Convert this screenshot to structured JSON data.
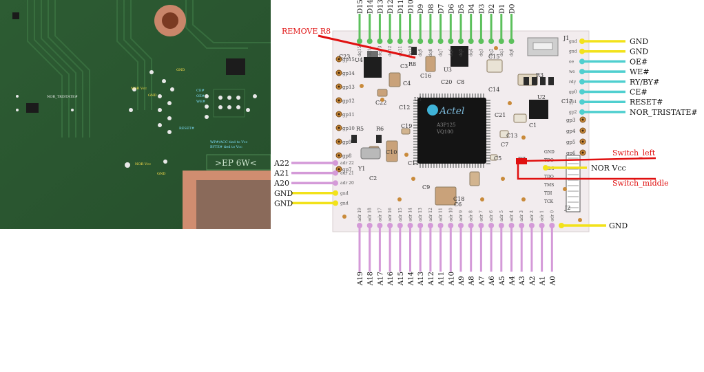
{
  "photo": {
    "silkscreen_text": ">EP  6W<",
    "labels": [
      "NOR_TRISTATE#",
      "GND",
      "NOR Vcc",
      "GND",
      "CE#",
      "OE#",
      "WE#",
      "RESET#",
      "WP#/ACC tied to Vcc",
      "BYTE# tied to Vcc",
      "NOR Vcc",
      "GND"
    ]
  },
  "top_pins": [
    "D15",
    "D14",
    "D13",
    "D12",
    "D11",
    "D10",
    "D9",
    "D8",
    "D7",
    "D6",
    "D5",
    "D4",
    "D3",
    "D2",
    "D1",
    "D0"
  ],
  "top_pad_labels": [
    "dq15",
    "dq14",
    "dq13",
    "dq12",
    "dq11",
    "dq10",
    "dq9",
    "dq8",
    "dq7",
    "dq6",
    "dq5",
    "dq4",
    "dq3",
    "dq2",
    "dq1",
    "dq0"
  ],
  "right_signals": [
    "GND",
    "GND",
    "OE#",
    "WE#",
    "RY/BY#",
    "CE#",
    "RESET#",
    "NOR_TRISTATE#"
  ],
  "right_pad_labels": [
    "gnd",
    "gnd",
    "oe",
    "we",
    "rdy",
    "gp0",
    "gp1",
    "gp2"
  ],
  "left_signals": [
    "A22",
    "A21",
    "A20",
    "GND",
    "GND"
  ],
  "left_pad_labels": [
    "adr 22",
    "adr 21",
    "adr 20",
    "gnd",
    "gnd"
  ],
  "bottom_pins": [
    "A19",
    "A18",
    "A17",
    "A16",
    "A15",
    "A14",
    "A13",
    "A12",
    "A11",
    "A10",
    "A9",
    "A8",
    "A7",
    "A6",
    "A5",
    "A4",
    "A3",
    "A2",
    "A1",
    "A0"
  ],
  "bottom_pad_labels": [
    "adr 19",
    "adr 18",
    "adr 17",
    "adr 16",
    "adr 15",
    "adr 14",
    "adr 13",
    "adr 12",
    "adr 11",
    "adr 10",
    "adr 9",
    "adr 8",
    "adr 7",
    "adr 6",
    "adr 5",
    "adr 4",
    "adr 3",
    "adr 2",
    "adr 1",
    "adr 0"
  ],
  "left_pad_column": [
    "gp15",
    "gp14",
    "gp13",
    "gp12",
    "gp11",
    "gp10",
    "gp9",
    "gp8",
    "gp7"
  ],
  "right_pad_column": [
    "gp3",
    "gp4",
    "gp5",
    "gp6"
  ],
  "jtag_labels": [
    "GND",
    "TDO",
    "+3.3",
    "TDO",
    "TMS",
    "TDI",
    "TCK"
  ],
  "annotations": {
    "remove_r8": "REMOVE R8",
    "switch_left": "Switch_left",
    "switch_middle": "Switch_middle",
    "nor_vcc": "NOR Vcc",
    "gnd_bottom": "GND"
  },
  "components": {
    "chip_brand": "Actel",
    "chip_line1": "A3P125",
    "chip_line2": "VQ100",
    "refs": [
      "C23",
      "U4",
      "C3",
      "C4",
      "C22",
      "C2",
      "U1",
      "C16",
      "C20",
      "C8",
      "U3",
      "C15",
      "C14",
      "U2",
      "C17",
      "C21",
      "C1",
      "C13",
      "C19",
      "R5",
      "R6",
      "C18",
      "C10",
      "C11",
      "C12",
      "Y1",
      "C7",
      "C5",
      "R7",
      "C9",
      "C6",
      "R3",
      "J1",
      "J2",
      "R8"
    ]
  },
  "colors": {
    "data_pin": "#5cc05c",
    "address_pin": "#d49ad8",
    "control_pin": "#4fcfcf",
    "gnd_pin": "#f2e21a",
    "annotation_red": "#e01010",
    "pcb_board": "#f2ecee",
    "photo_pcb": "#2c5a32"
  }
}
